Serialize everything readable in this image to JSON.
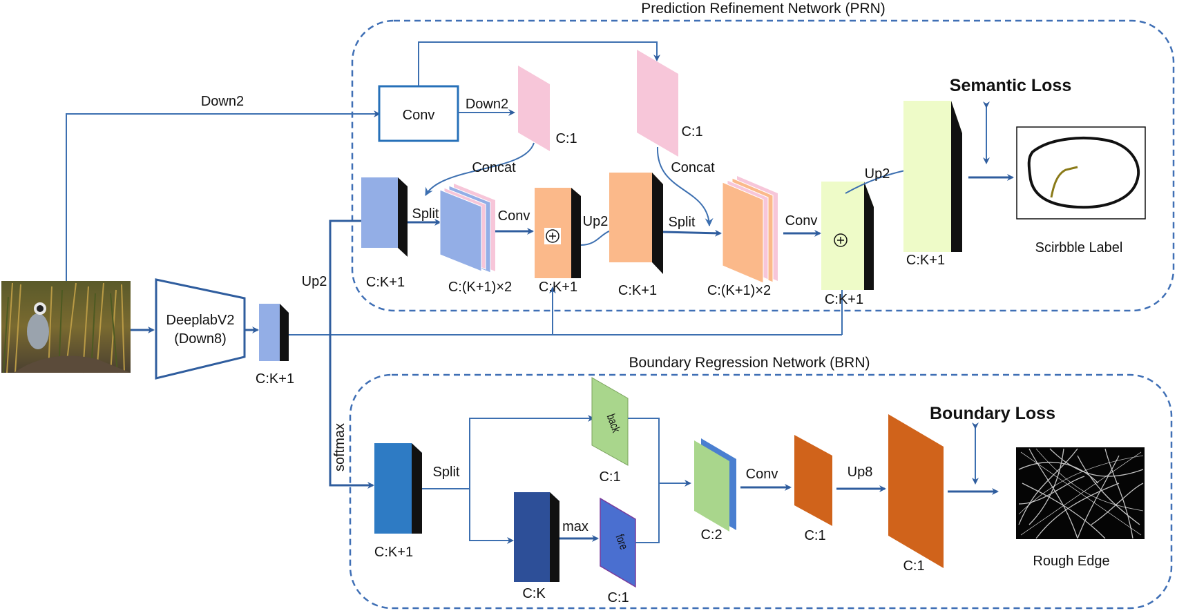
{
  "prn": {
    "title": "Prediction Refinement Network (PRN)",
    "semantic_loss": "Semantic Loss",
    "conv_box": "Conv",
    "down2_a": "Down2",
    "down2_b": "Down2",
    "pink1_label": "C:1",
    "pink2_label": "C:1",
    "concat_a": "Concat",
    "concat_b": "Concat",
    "split_a": "Split",
    "split_b": "Split",
    "conv_a": "Conv",
    "conv_b": "Conv",
    "up2_a": "Up2",
    "up2_b": "Up2",
    "block1_label": "C:K+1",
    "pair1_label": "C:(K+1)×2",
    "orange1_label": "C:K+1",
    "orange2_label": "C:K+1",
    "pair2_label": "C:(K+1)×2",
    "yellow1_label": "C:K+1",
    "yellow2_label": "C:K+1",
    "scribble_label": "Scirbble Label"
  },
  "backbone": {
    "name_line1": "DeeplabV2",
    "name_line2": "(Down8)",
    "output_label": "C:K+1",
    "up2": "Up2",
    "softmax": "softmax"
  },
  "brn": {
    "title": "Boundary Regression Network (BRN)",
    "boundary_loss": "Boundary Loss",
    "block1_label": "C:K+1",
    "split": "Split",
    "back_text": "back",
    "back_label": "C:1",
    "ck_label": "C:K",
    "max": "max",
    "fore_text": "fore",
    "fore_label": "C:1",
    "pair_label": "C:2",
    "conv": "Conv",
    "orange_small_label": "C:1",
    "up8": "Up8",
    "orange_big_label": "C:1",
    "rough_edge": "Rough Edge"
  },
  "colors": {
    "dash": "#3f6fb5",
    "arrow": "#2f5d9e",
    "blue_light": "#93aee6",
    "pink": "#f7c6d9",
    "orange_light": "#fbb98a",
    "yellow": "#eefbc8",
    "green": "#a9d68c",
    "blue_mid": "#2e7bc4",
    "blue_dark": "#2d4f98",
    "blue_fore": "#4a6fd0",
    "orange_dark": "#d0631b"
  }
}
